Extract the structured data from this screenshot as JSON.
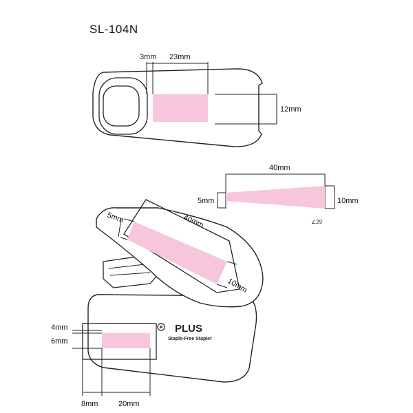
{
  "title": "SL-104N",
  "top_view": {
    "dim_left": "3mm",
    "dim_width": "23mm",
    "dim_height": "12mm"
  },
  "sample": {
    "dim_length": "40mm",
    "dim_left": "5mm",
    "dim_right": "10mm",
    "angle": "∠29"
  },
  "side_view": {
    "dim_top_left": "5mm",
    "dim_top_length": "40mm",
    "dim_top_right": "10mm",
    "dim_lower_4": "4mm",
    "dim_lower_6": "6mm",
    "dim_bottom_8": "8mm",
    "dim_bottom_20": "20mm",
    "brand": "PLUS",
    "tagline": "Staple-Free Stapler"
  }
}
